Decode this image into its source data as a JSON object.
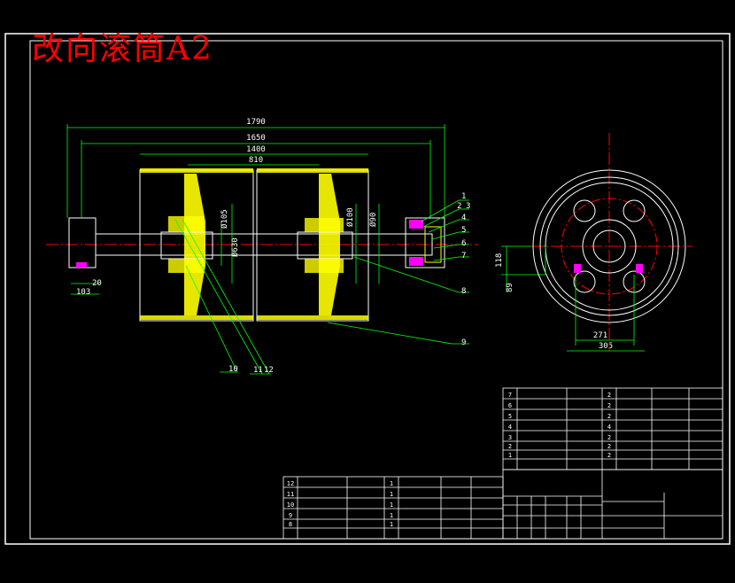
{
  "title": "改向滚筒A2",
  "dimensions": {
    "overall": "1790",
    "d1650": "1650",
    "d1400": "1400",
    "d810": "810",
    "d105": "Ø105",
    "d100": "Ø100",
    "d90": "Ø90",
    "d630": "Ø630",
    "d20": "20",
    "d103": "103",
    "d118": "118",
    "d89": "89",
    "d271": "271",
    "d305": "305"
  },
  "balloons": [
    "1",
    "2",
    "3",
    "4",
    "5",
    "6",
    "7",
    "8",
    "9",
    "10",
    "11",
    "12"
  ],
  "parts_list_upper": {
    "rows": [
      {
        "no": "7",
        "qty": "2"
      },
      {
        "no": "6",
        "qty": "2"
      },
      {
        "no": "5",
        "qty": "2"
      },
      {
        "no": "4",
        "qty": "4"
      },
      {
        "no": "3",
        "qty": "2"
      },
      {
        "no": "2",
        "qty": "2"
      },
      {
        "no": "1",
        "qty": "2"
      }
    ]
  },
  "parts_list_lower": {
    "rows": [
      {
        "no": "12",
        "qty": "1"
      },
      {
        "no": "11",
        "qty": "1"
      },
      {
        "no": "10",
        "qty": "1"
      },
      {
        "no": "9",
        "qty": "1"
      },
      {
        "no": "8",
        "qty": "1"
      }
    ]
  },
  "colors": {
    "line": "#ffffff",
    "dim": "#00ff00",
    "center": "#ff0000",
    "fill": "#ffff00",
    "hatch": "#ff00ff",
    "hidden": "#00ffff"
  }
}
